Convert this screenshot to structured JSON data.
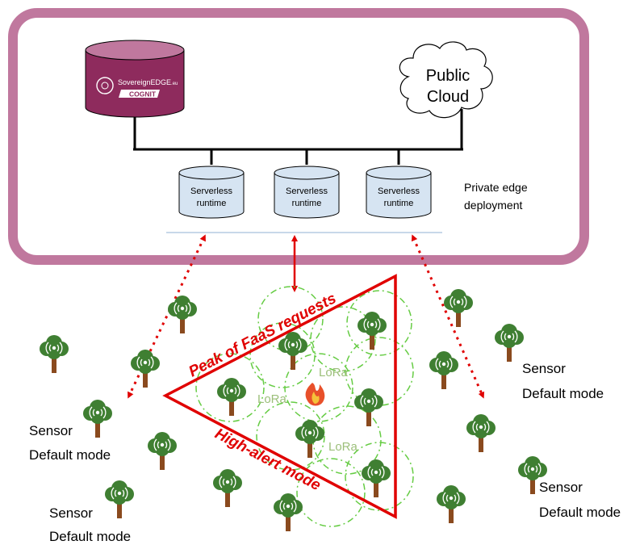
{
  "edge": {
    "main_db": {
      "brand_line1": "SovereignEDGE",
      "brand_suffix": ".eu",
      "brand_line2": "COGNIT"
    },
    "cloud": {
      "line1": "Public",
      "line2": "Cloud"
    },
    "runtimes": [
      {
        "line1": "Serverless",
        "line2": "runtime"
      },
      {
        "line1": "Serverless",
        "line2": "runtime"
      },
      {
        "line1": "Serverless",
        "line2": "runtime"
      }
    ],
    "deployment_label": {
      "line1": "Private edge",
      "line2": "deployment"
    }
  },
  "field": {
    "peak_label": "Peak of FaaS requests",
    "alert_label": "High-alert mode",
    "lora_labels": [
      "LoRa",
      "LoRa",
      "LoRa"
    ],
    "sensor_labels": [
      {
        "line1": "Sensor",
        "line2": "Default mode"
      },
      {
        "line1": "Sensor",
        "line2": "Default mode"
      },
      {
        "line1": "Sensor",
        "line2": "Default mode"
      },
      {
        "line1": "Sensor",
        "line2": "Default mode"
      }
    ]
  },
  "colors": {
    "frame": "#c0789e",
    "db_body": "#8e2b5d",
    "db_top": "#c0789e",
    "runtime_fill": "#d6e4f2",
    "alert_red": "#e00000",
    "coverage_green": "#66cc44",
    "tree_canopy": "#3f7f32",
    "tree_trunk": "#8a4a1e"
  },
  "icons": [
    "database-icon",
    "cloud-icon",
    "tree-sensor-icon",
    "fire-icon",
    "wireless-signal-icon"
  ]
}
